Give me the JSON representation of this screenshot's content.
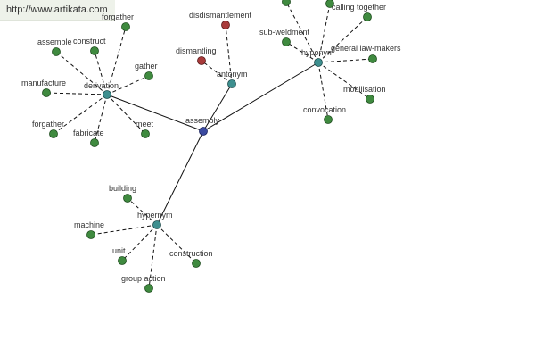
{
  "header": {
    "url": "http://www.artikata.com"
  },
  "colors": {
    "center": "#3b4aa0",
    "relation": "#3d8f8f",
    "synonym_leaf": "#3f8a3f",
    "antonym_leaf": "#a83a3a",
    "edge": "#111111"
  },
  "graph": {
    "center": "assembly",
    "relations": {
      "derivation": "derivation",
      "antonym": "antonym",
      "hyponym": "hyponym",
      "hypernym": "hypernym"
    },
    "leaves": {
      "forgather_top": "forgather",
      "assemble": "assemble",
      "construct": "construct",
      "gather": "gather",
      "manufacture": "manufacture",
      "forgather": "forgather",
      "fabricate": "fabricate",
      "meet": "meet",
      "disdismantlement": "disdismantlement",
      "dismantling": "dismantling",
      "calling_together": "calling together",
      "sub_weldment": "sub-weldment",
      "general_law_makers": "general law-makers",
      "mobilisation": "mobilisation",
      "convocation": "convocation",
      "building": "building",
      "machine": "machine",
      "unit": "unit",
      "construction": "construction",
      "group_action": "group action"
    }
  }
}
